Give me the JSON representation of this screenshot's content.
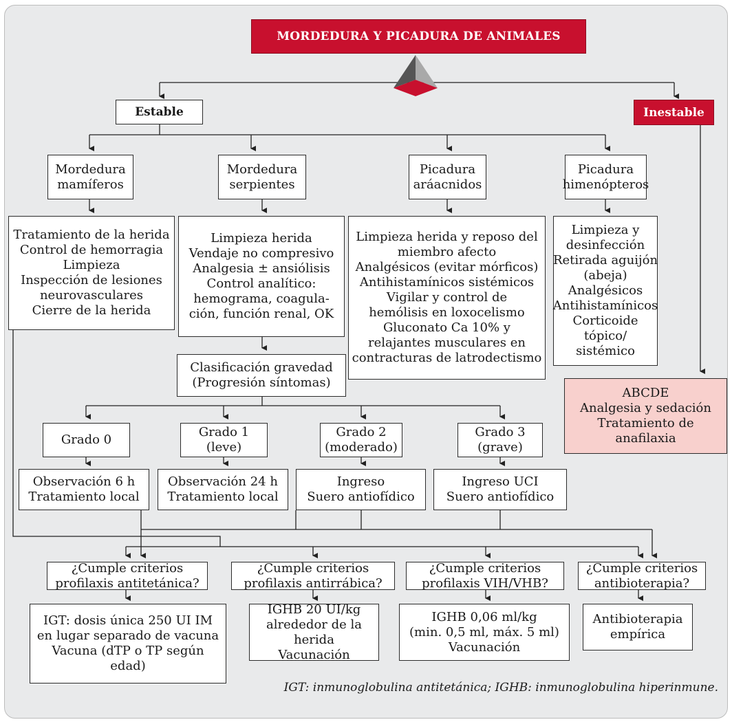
{
  "title": "MORDEDURA Y PICADURA DE ANIMALES",
  "estable": "Estable",
  "inestable": "Inestable",
  "inestable_box": "ABCDE\nAnalgesia y sedación\nTratamiento de\nanafilaxia",
  "categories": [
    {
      "label": "Mordedura\nmamíferos",
      "treatment": "Tratamiento de la herida\nControl de hemorragia\nLimpieza\nInspección de lesiones\nneurovasculares\nCierre de la herida"
    },
    {
      "label": "Mordedura\nserpientes",
      "treatment": "Limpieza herida\nVendaje no compresivo\nAnalgesia ± ansiólisis\nControl analítico:\nhemograma, coagula-\nción, función renal, OK"
    },
    {
      "label": "Picadura\naráacnidos",
      "treatment": "Limpieza herida y reposo del\nmiembro afecto\nAnalgésicos (evitar mórficos)\nAntihistamínicos sistémicos\nVigilar y control de\nhemólisis en loxocelismo\nGluconato Ca 10% y\nrelajantes musculares en\ncontracturas de latrodectismo"
    },
    {
      "label": "Picadura\nhimenópteros",
      "treatment": "Limpieza y\ndesinfección\nRetirada aguijón\n(abeja)\nAnalgésicos\nAntihistamínicos\nCorticoide tópico/\nsistémico"
    }
  ],
  "severity": "Clasificación gravedad\n(Progresión síntomas)",
  "grades": [
    {
      "label": "Grado 0",
      "action": "Observación 6 h\nTratamiento local"
    },
    {
      "label": "Grado 1\n(leve)",
      "action": "Observación 24 h\nTratamiento local"
    },
    {
      "label": "Grado 2\n(moderado)",
      "action": "Ingreso\nSuero antiofídico"
    },
    {
      "label": "Grado 3\n(grave)",
      "action": "Ingreso UCI\nSuero antiofídico"
    }
  ],
  "criteria": [
    {
      "question": "¿Cumple criterios\nprofilaxis antitetánica?",
      "action": "IGT: dosis única 250 UI IM\nen lugar separado de vacuna\nVacuna (dTP o TP según\nedad)"
    },
    {
      "question": "¿Cumple criterios\nprofilaxis antirrábica?",
      "action": "IGHB 20 UI/kg\nalrededor de la herida\nVacunación"
    },
    {
      "question": "¿Cumple criterios\nprofilaxis VIH/VHB?",
      "action": "IGHB 0,06 ml/kg\n(min. 0,5 ml, máx. 5 ml)\nVacunación"
    },
    {
      "question": "¿Cumple criterios\nantibioterapia?",
      "action": "Antibioterapia\nempírica"
    }
  ],
  "footnote": "IGT: inmunoglobulina antitetánica; IGHB: inmunoglobulina hiperinmune.",
  "colors": {
    "accent": "#c8102e",
    "panel": "#e9eaeb",
    "pink": "#f8d0cd"
  }
}
